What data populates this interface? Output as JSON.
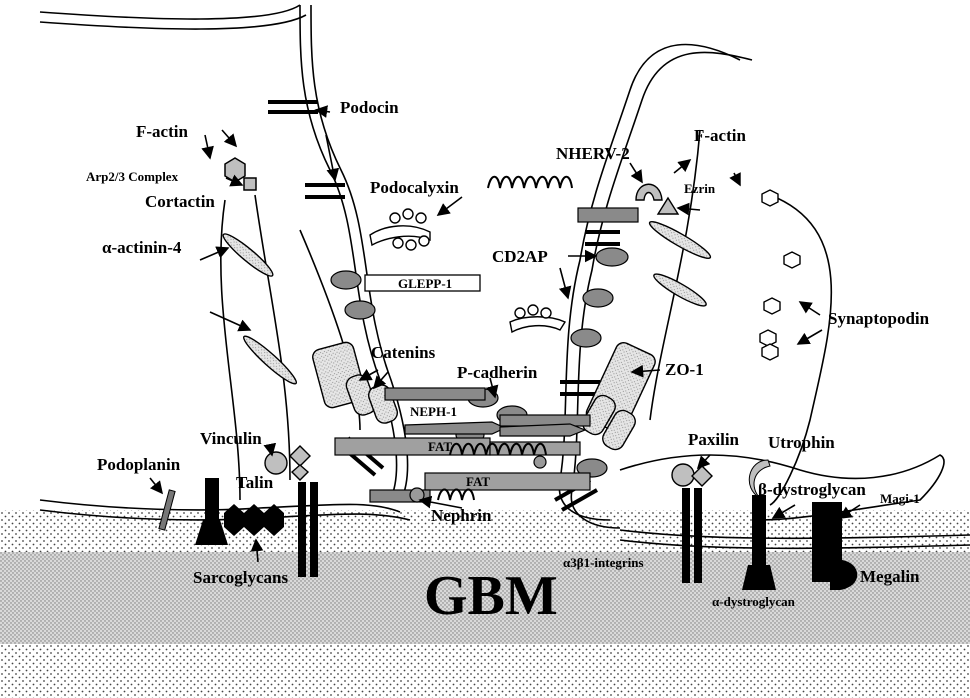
{
  "labels": {
    "f_actin_left": "F-actin",
    "arp": "Arp2/3 Complex",
    "cortactin": "Cortactin",
    "actinin": "α-actinin-4",
    "podocin": "Podocin",
    "podocalyxin": "Podocalyxin",
    "glepp": "GLEPP-1",
    "catenins": "Catenins",
    "pcadherin": "P-cadherin",
    "neph": "NEPH-1",
    "fat1": "FAT",
    "fat2": "FAT",
    "vinculin": "Vinculin",
    "talin": "Talin",
    "podoplanin": "Podoplanin",
    "sarcoglycans": "Sarcoglycans",
    "nephrin": "Nephrin",
    "gbm": "GBM",
    "nherv": "NHERV-2",
    "ezrin": "Ezrin",
    "f_actin_right": "F-actin",
    "cd2ap": "CD2AP",
    "synaptopodin": "Synaptopodin",
    "zo1": "ZO-1",
    "paxilin": "Paxilin",
    "utrophin": "Utrophin",
    "bdystro": "β-dystroglycan",
    "magi": "Magi-1",
    "integrins": "α3β1-integrins",
    "adystro": "α-dystroglycan",
    "megalin": "Megalin"
  },
  "colors": {
    "ink": "#000000",
    "protein_gray": "#8a8a8a",
    "light_gray": "#cfcfcf",
    "gbm_fill": "#e0e0e0"
  }
}
